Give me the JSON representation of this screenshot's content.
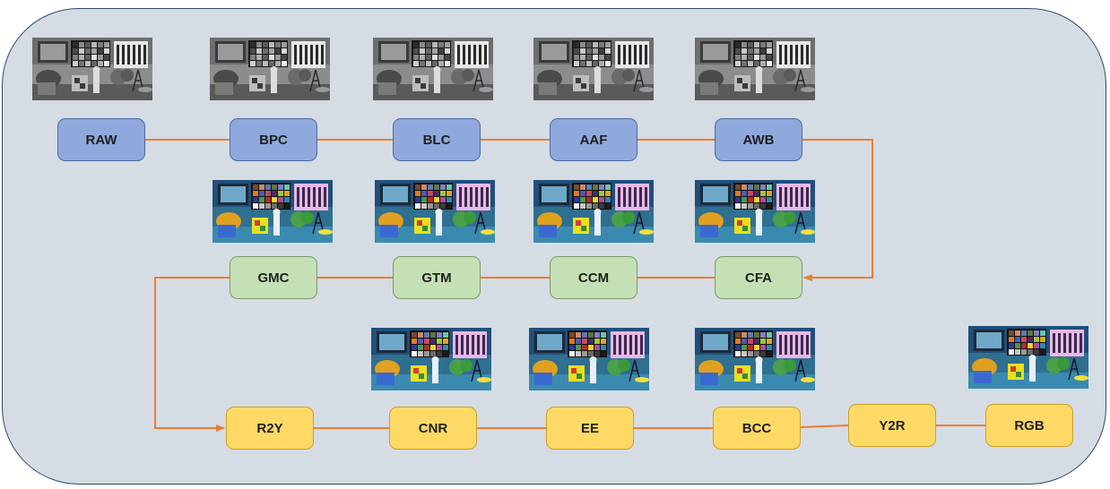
{
  "diagram": {
    "colors": {
      "background": "#d6dce4",
      "stage_blue": "#8fa9dc",
      "stage_green": "#c5e0b4",
      "stage_yellow": "#ffd966",
      "arrow": "#ed7d31"
    },
    "rows": [
      {
        "id": "raw-domain",
        "color": "blue",
        "stages": [
          "RAW",
          "BPC",
          "BLC",
          "AAF",
          "AWB"
        ],
        "thumbnail_style": "grayscale"
      },
      {
        "id": "rgb-domain",
        "color": "green",
        "stages": [
          "CFA",
          "CCM",
          "GTM",
          "GMC"
        ],
        "thumbnail_style": "color"
      },
      {
        "id": "yuv-domain",
        "color": "yellow",
        "stages": [
          "R2Y",
          "CNR",
          "EE",
          "BCC",
          "Y2R",
          "RGB"
        ],
        "thumbnail_style": "color"
      }
    ],
    "flow": [
      "RAW",
      "BPC",
      "BLC",
      "AAF",
      "AWB",
      "CFA",
      "CCM",
      "GTM",
      "GMC",
      "R2Y",
      "CNR",
      "EE",
      "BCC",
      "Y2R",
      "RGB"
    ],
    "thumbnails": [
      "RAW",
      "BPC",
      "BLC",
      "AAF",
      "AWB",
      "CFA",
      "CCM",
      "GTM",
      "GMC",
      "CNR",
      "EE",
      "BCC",
      "RGB"
    ]
  }
}
